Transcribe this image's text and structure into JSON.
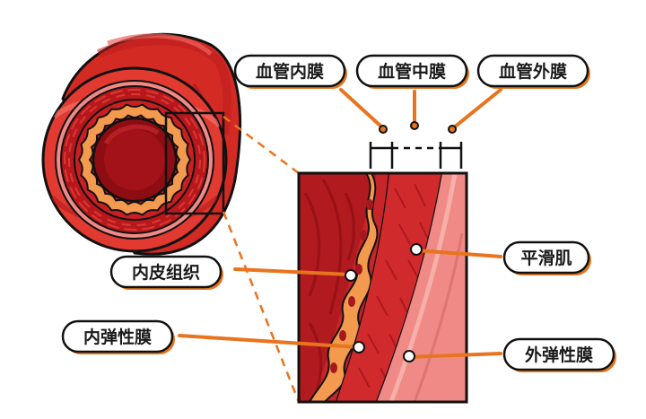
{
  "labels": {
    "intima": "血管内膜",
    "media": "血管中膜",
    "adventitia": "血管外膜",
    "endothelium": "内皮组织",
    "internal_elastic": "内弹性膜",
    "smooth_muscle": "平滑肌",
    "external_elastic": "外弹性膜"
  },
  "colors": {
    "outline": "#111111",
    "accent_orange": "#e8741e",
    "vessel_red": "#d42a24",
    "vessel_dark": "#a8151a",
    "vessel_pink": "#ef8a86",
    "endothelium_orange": "#f39a4e",
    "label_fill": "#ffffff"
  }
}
